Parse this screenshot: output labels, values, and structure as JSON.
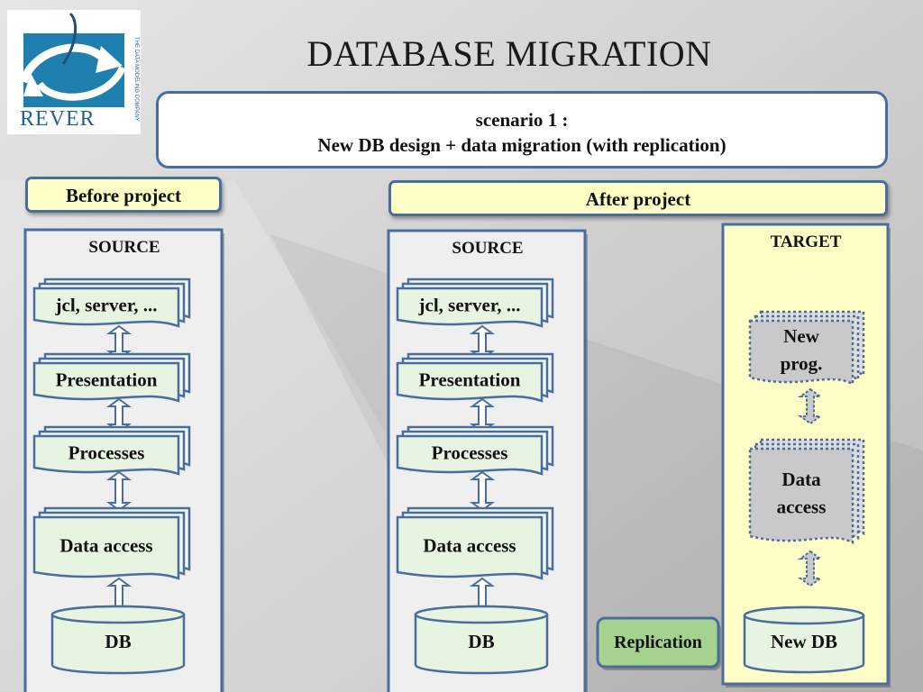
{
  "title": "DATABASE MIGRATION",
  "logo": {
    "text": "REVER",
    "tagline": "THE DATA MODELING COMPANY"
  },
  "scenario": {
    "line1": "scenario 1 :",
    "line2": "New DB design + data migration (with replication)"
  },
  "before": {
    "header": "Before project",
    "panel_title": "SOURCE",
    "layers": [
      "jcl, server, ...",
      "Presentation",
      "Processes",
      "Data access"
    ],
    "db": "DB"
  },
  "after": {
    "header": "After project",
    "source": {
      "panel_title": "SOURCE",
      "layers": [
        "jcl, server, ...",
        "Presentation",
        "Processes",
        "Data access"
      ],
      "db": "DB"
    },
    "target": {
      "panel_title": "TARGET",
      "layers": [
        [
          "New",
          "prog."
        ],
        [
          "Data",
          "access"
        ]
      ],
      "db": "New DB"
    },
    "replication": "Replication"
  },
  "colors": {
    "border": "#4a6d9c",
    "doc_fill": "#e7f4e2",
    "target_doc": "#c9c9c9",
    "target_panel": "#fefec6",
    "replication": "#a5d28f"
  }
}
